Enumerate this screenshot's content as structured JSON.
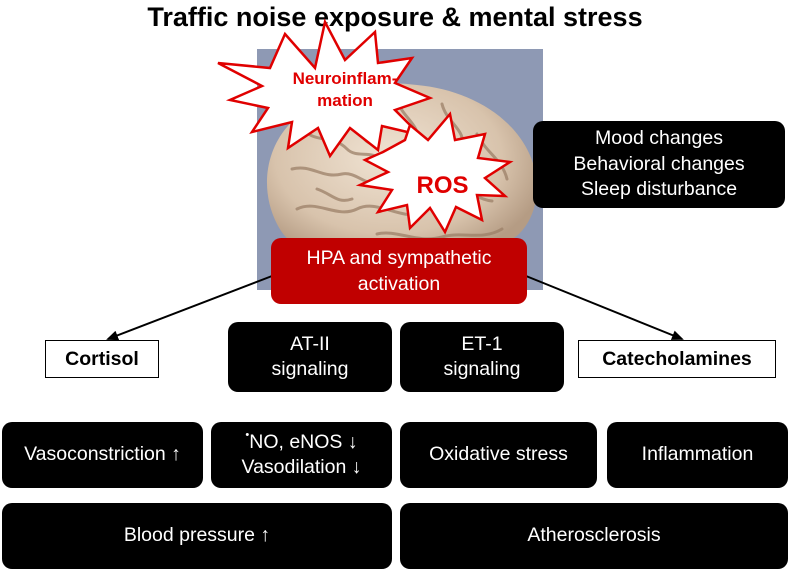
{
  "title": "Traffic noise exposure & mental stress",
  "bursts": {
    "neuroinflammation": [
      "Neuroinflam-",
      "mation"
    ],
    "ros": "ROS"
  },
  "mood_box": [
    "Mood changes",
    "Behavioral changes",
    "Sleep disturbance"
  ],
  "hpa_box": [
    "HPA and sympathetic",
    "activation"
  ],
  "cortisol": "Cortisol",
  "catecholamines": "Catecholamines",
  "at2": [
    "AT-II",
    "signaling"
  ],
  "et1": [
    "ET-1",
    "signaling"
  ],
  "vasoconstriction": "Vasoconstriction ↑",
  "no_box": {
    "sup": "•",
    "line1": "NO, eNOS ↓",
    "line2": "Vasodilation ↓"
  },
  "oxidative": "Oxidative stress",
  "inflammation": "Inflammation",
  "blood_pressure": "Blood pressure ↑",
  "atherosclerosis": "Atherosclerosis",
  "colors": {
    "brain_background": "#8e99b4",
    "accent_red": "#c00000",
    "burst_text": "#e00000",
    "box": "#000000"
  }
}
